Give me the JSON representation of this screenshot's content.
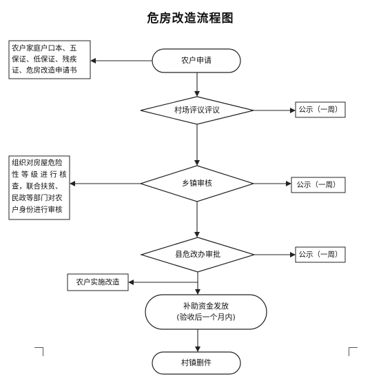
{
  "title": "危房改造流程图",
  "nodes": {
    "apply": "农户申请",
    "village_review": "村场评议评议",
    "town_review": "乡镇审核",
    "county_review": "县危改办审批",
    "fund": [
      "补助资金发放",
      "(验收后一个月内)"
    ],
    "archive": "村镇删件",
    "implement": "农户实施改造"
  },
  "side_docs": {
    "materials": [
      "农户家庭户口本、五",
      "保证、低保证、残疾",
      "证、危房改造申请书"
    ],
    "town_tasks": [
      "组织对房屋危险",
      "性 等 级 进 行 核",
      "查，联合扶贫、",
      "民政等部门对农",
      "户身份进行审核"
    ]
  },
  "notices": {
    "village": "公示（一周）",
    "town": "公示（一周）",
    "county": "公示（一周）"
  }
}
